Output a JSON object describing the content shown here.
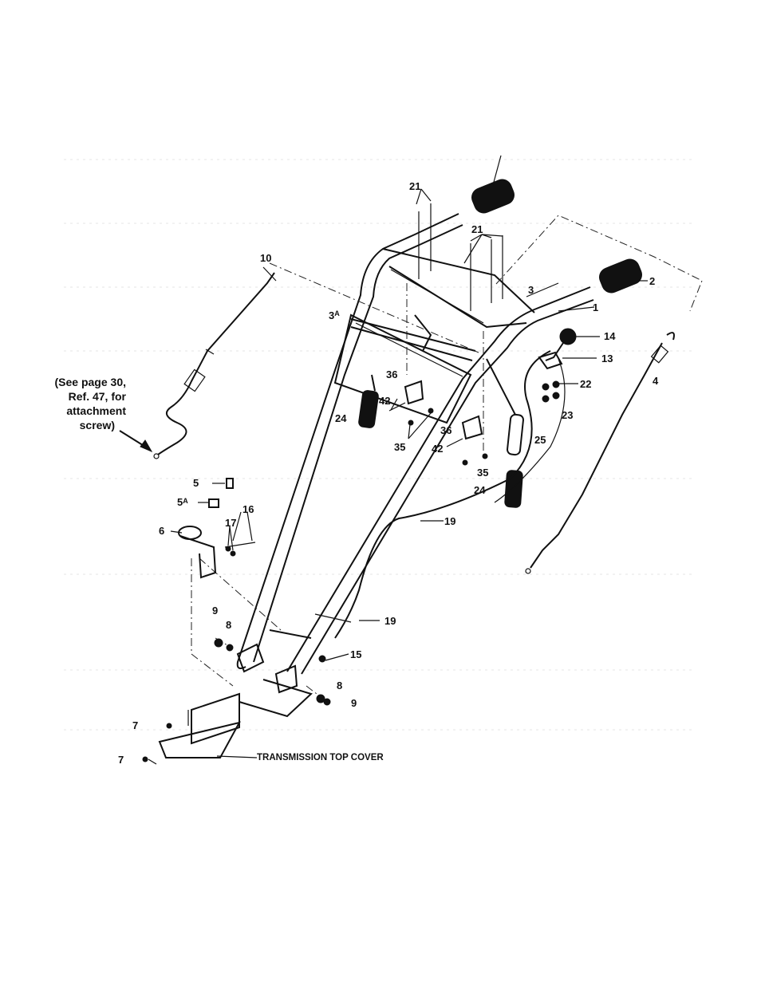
{
  "note": {
    "line1": "(See page 30,",
    "line2": "Ref. 47, for",
    "line3": "attachment",
    "line4": "screw)"
  },
  "caption": "TRANSMISSION TOP COVER",
  "labels": {
    "l1": "1",
    "l2": "2",
    "l3": "3",
    "l3a_main": "3",
    "l3a_sup": "A",
    "l4": "4",
    "l5": "5",
    "l5a_main": "5",
    "l5a_sup": "A",
    "l6": "6",
    "l7a": "7",
    "l7b": "7",
    "l8a": "8",
    "l8b": "8",
    "l9a": "9",
    "l9b": "9",
    "l10": "10",
    "l13": "13",
    "l14": "14",
    "l15": "15",
    "l16": "16",
    "l17": "17",
    "l19a": "19",
    "l19b": "19",
    "l21a": "21",
    "l21b": "21",
    "l22": "22",
    "l23": "23",
    "l24a": "24",
    "l24b": "24",
    "l25": "25",
    "l35a": "35",
    "l35b": "35",
    "l36a": "36",
    "l36b": "36",
    "l42a": "42",
    "l42b": "42"
  },
  "colors": {
    "ink": "#111111",
    "background": "#ffffff"
  }
}
